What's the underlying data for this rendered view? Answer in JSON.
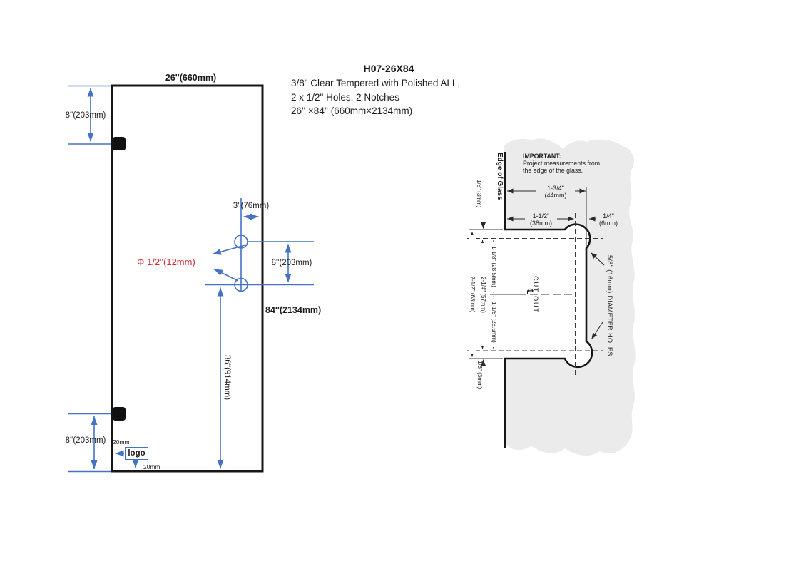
{
  "colors": {
    "dimension_blue": "#4472c4",
    "annotation_red": "#d22b38",
    "glass_gray": "#ebebeb",
    "line_black": "#1c1c1c"
  },
  "title_block": {
    "title": "H07-26X84",
    "line1": "3/8\" Clear Tempered with Polished ALL,",
    "line2": "2 x 1/2\" Holes, 2 Notches",
    "line3": "26'' ×84'' (660mm×2134mm)"
  },
  "door": {
    "width_label": "26''(660mm)",
    "height_label": "84''(2134mm)",
    "top_notch_offset": "8''(203mm)",
    "bottom_notch_offset": "8''(203mm)",
    "hole_edge_offset": "3''(76mm)",
    "hole_spacing": "8''(203mm)",
    "hole_diameter": "Φ 1/2''(12mm)",
    "hole_bottom_offset": "36''(914mm)",
    "logo": {
      "label": "logo",
      "offset_left": "20mm",
      "offset_bottom": "20mm"
    }
  },
  "detail": {
    "edge_of_glass": "Edge of Glass",
    "important": {
      "title": "IMPORTANT:",
      "line1": "Project measurements from",
      "line2": "the edge of the glass."
    },
    "dims": {
      "total_width": "1-3/4\"",
      "total_width_mm": "(44mm)",
      "hole_center": "1-1/2\"",
      "hole_center_mm": "(38mm)",
      "edge_margin": "1/4\"",
      "edge_margin_mm": "(6mm)",
      "top_gap": "1/8\" (3mm)",
      "bottom_gap": "1/8\" (3mm)",
      "cutout_height": "2-1/2\" (63mm)",
      "hole_span": "2-1/4\" (57mm)",
      "upper_half": "1-1/8\" (28.5mm)",
      "lower_half": "1-1/8\" (28.5mm)"
    },
    "cutout_label": "CUT OUT",
    "centerline_symbol": "℄",
    "holes_note": "5/8\" (16mm) DIAMETER HOLES"
  }
}
